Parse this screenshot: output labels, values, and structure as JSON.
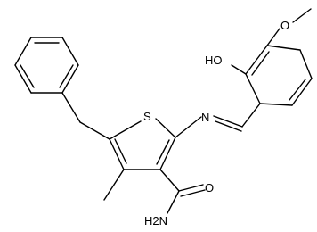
{
  "atoms": {
    "sulfur": "S",
    "imine_nitrogen": "N",
    "hydroxyl": "HO",
    "methoxy_oxygen": "O",
    "carbonyl_oxygen": "O",
    "amide": "H2N"
  }
}
